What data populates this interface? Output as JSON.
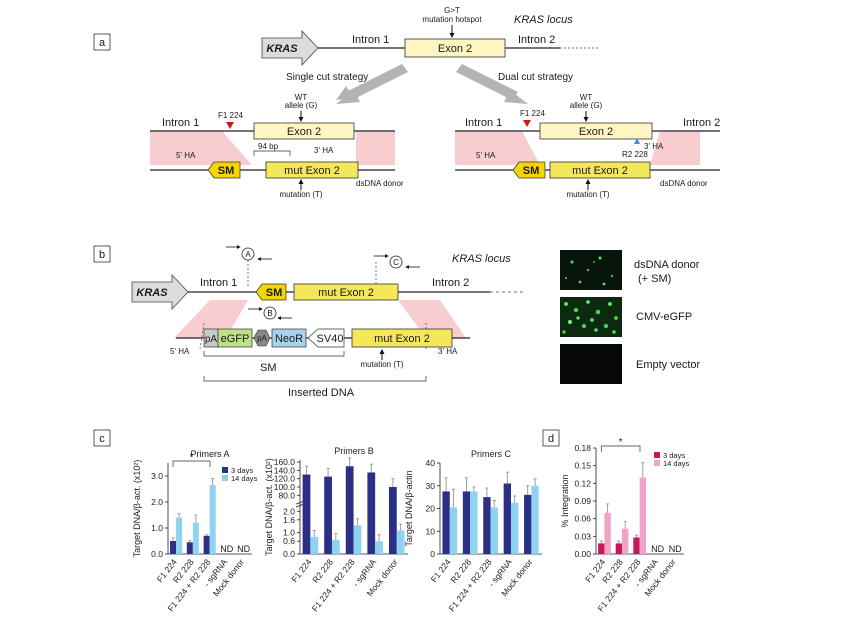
{
  "panel_labels": [
    "a",
    "b",
    "c",
    "d"
  ],
  "panel_a": {
    "locus_title": "KRAS locus",
    "gene_arrow": "KRAS",
    "intron1": "Intron 1",
    "intron2": "Intron 2",
    "exon2": "Exon 2",
    "hotspot_line1": "G>T",
    "hotspot_line2": "mutation hotspot",
    "single_strategy": "Single cut strategy",
    "dual_strategy": "Dual cut strategy",
    "wt_line1": "WT",
    "wt_line2": "allele (G)",
    "f1": "F1 224",
    "r2": "R2 228",
    "ha5": "5' HA",
    "ha3": "3' HA",
    "bp94": "94 bp",
    "sm": "SM",
    "mut_exon": "mut Exon 2",
    "mutation_t": "mutation (T)",
    "donor": "dsDNA donor"
  },
  "panel_b": {
    "locus_title": "KRAS locus",
    "gene_arrow": "KRAS",
    "intron1": "Intron 1",
    "intron2": "Intron 2",
    "sm": "SM",
    "mut_exon": "mut Exon 2",
    "primer_a": "A",
    "primer_b": "B",
    "primer_c": "C",
    "pa": "pA",
    "egfp": "eGFP",
    "pa2": "pA",
    "neor": "NeoR",
    "sv40": "SV40",
    "ha5": "5' HA",
    "ha3": "3' HA",
    "mutation_t": "mutation (T)",
    "sm_bracket": "SM",
    "inserted": "Inserted DNA",
    "micro_labels": [
      "dsDNA donor",
      "(+ SM)",
      "CMV-eGFP",
      "Empty vector"
    ]
  },
  "chart_data": [
    {
      "type": "bar",
      "title": "Primers A",
      "ylabel": "Target DNA/β-act. (x10²)",
      "categories": [
        "F1 224",
        "R2 228",
        "F1 224 + R2 228",
        "- sgRNA",
        "Mock donor"
      ],
      "series": [
        {
          "name": "3 days",
          "color": "#2b2f86",
          "values": [
            0.5,
            0.45,
            0.7,
            null,
            null
          ]
        },
        {
          "name": "14 days",
          "color": "#8fd3f0",
          "values": [
            1.4,
            1.2,
            2.65,
            null,
            null
          ]
        }
      ],
      "annotations": [
        "ND",
        "ND",
        "*"
      ],
      "yticks": [
        "0.0",
        "1.0",
        "2.0",
        "3.0"
      ],
      "ylim": [
        0,
        3.5
      ]
    },
    {
      "type": "bar",
      "title": "Primers B",
      "ylabel": "Target DNA/β-act. (x10²)",
      "categories": [
        "F1 224",
        "R2 228",
        "F1 224 + R2 228",
        "- sgRNA",
        "Mock donor"
      ],
      "series": [
        {
          "name": "3 days",
          "color": "#2b2f86",
          "values": [
            130,
            125,
            150,
            135,
            100
          ]
        },
        {
          "name": "14 days",
          "color": "#8fd3f0",
          "values": [
            0.8,
            0.65,
            1.35,
            0.6,
            1.1
          ]
        }
      ],
      "yticks": [
        "0.0",
        "0.6",
        "1.0",
        "1.6",
        "2.0",
        "80.0",
        "100.0",
        "120.0",
        "140.0",
        "160.0"
      ],
      "broken_axis": true
    },
    {
      "type": "bar",
      "title": "Primers C",
      "ylabel": "Target DNA/β-actin",
      "categories": [
        "F1 224",
        "R2 228",
        "F1 224 + R2 228",
        "- sgRNA",
        "Mock donor"
      ],
      "series": [
        {
          "name": "3 days",
          "color": "#2b2f86",
          "values": [
            27.5,
            27.5,
            25,
            31,
            26
          ]
        },
        {
          "name": "14 days",
          "color": "#8fd3f0",
          "values": [
            20.5,
            27.5,
            20.5,
            22.5,
            30
          ]
        }
      ],
      "yticks": [
        "0",
        "10",
        "20",
        "30",
        "40"
      ],
      "ylim": [
        0,
        40
      ]
    },
    {
      "type": "bar",
      "title": "",
      "ylabel": "% Integration",
      "categories": [
        "F1 224",
        "R2 228",
        "F1 224 + R2 228",
        "- sgRNA",
        "Mock donor"
      ],
      "series": [
        {
          "name": "3 days",
          "color": "#c8185a",
          "values": [
            0.018,
            0.018,
            0.028,
            null,
            null
          ]
        },
        {
          "name": "14 days",
          "color": "#f0a3c8",
          "values": [
            0.07,
            0.043,
            0.13,
            null,
            null
          ]
        }
      ],
      "annotations": [
        "ND",
        "ND",
        "*"
      ],
      "yticks": [
        "0.00",
        "0.03",
        "0.06",
        "0.09",
        "0.12",
        "0.15",
        "0.18"
      ],
      "ylim": [
        0,
        0.18
      ]
    }
  ]
}
